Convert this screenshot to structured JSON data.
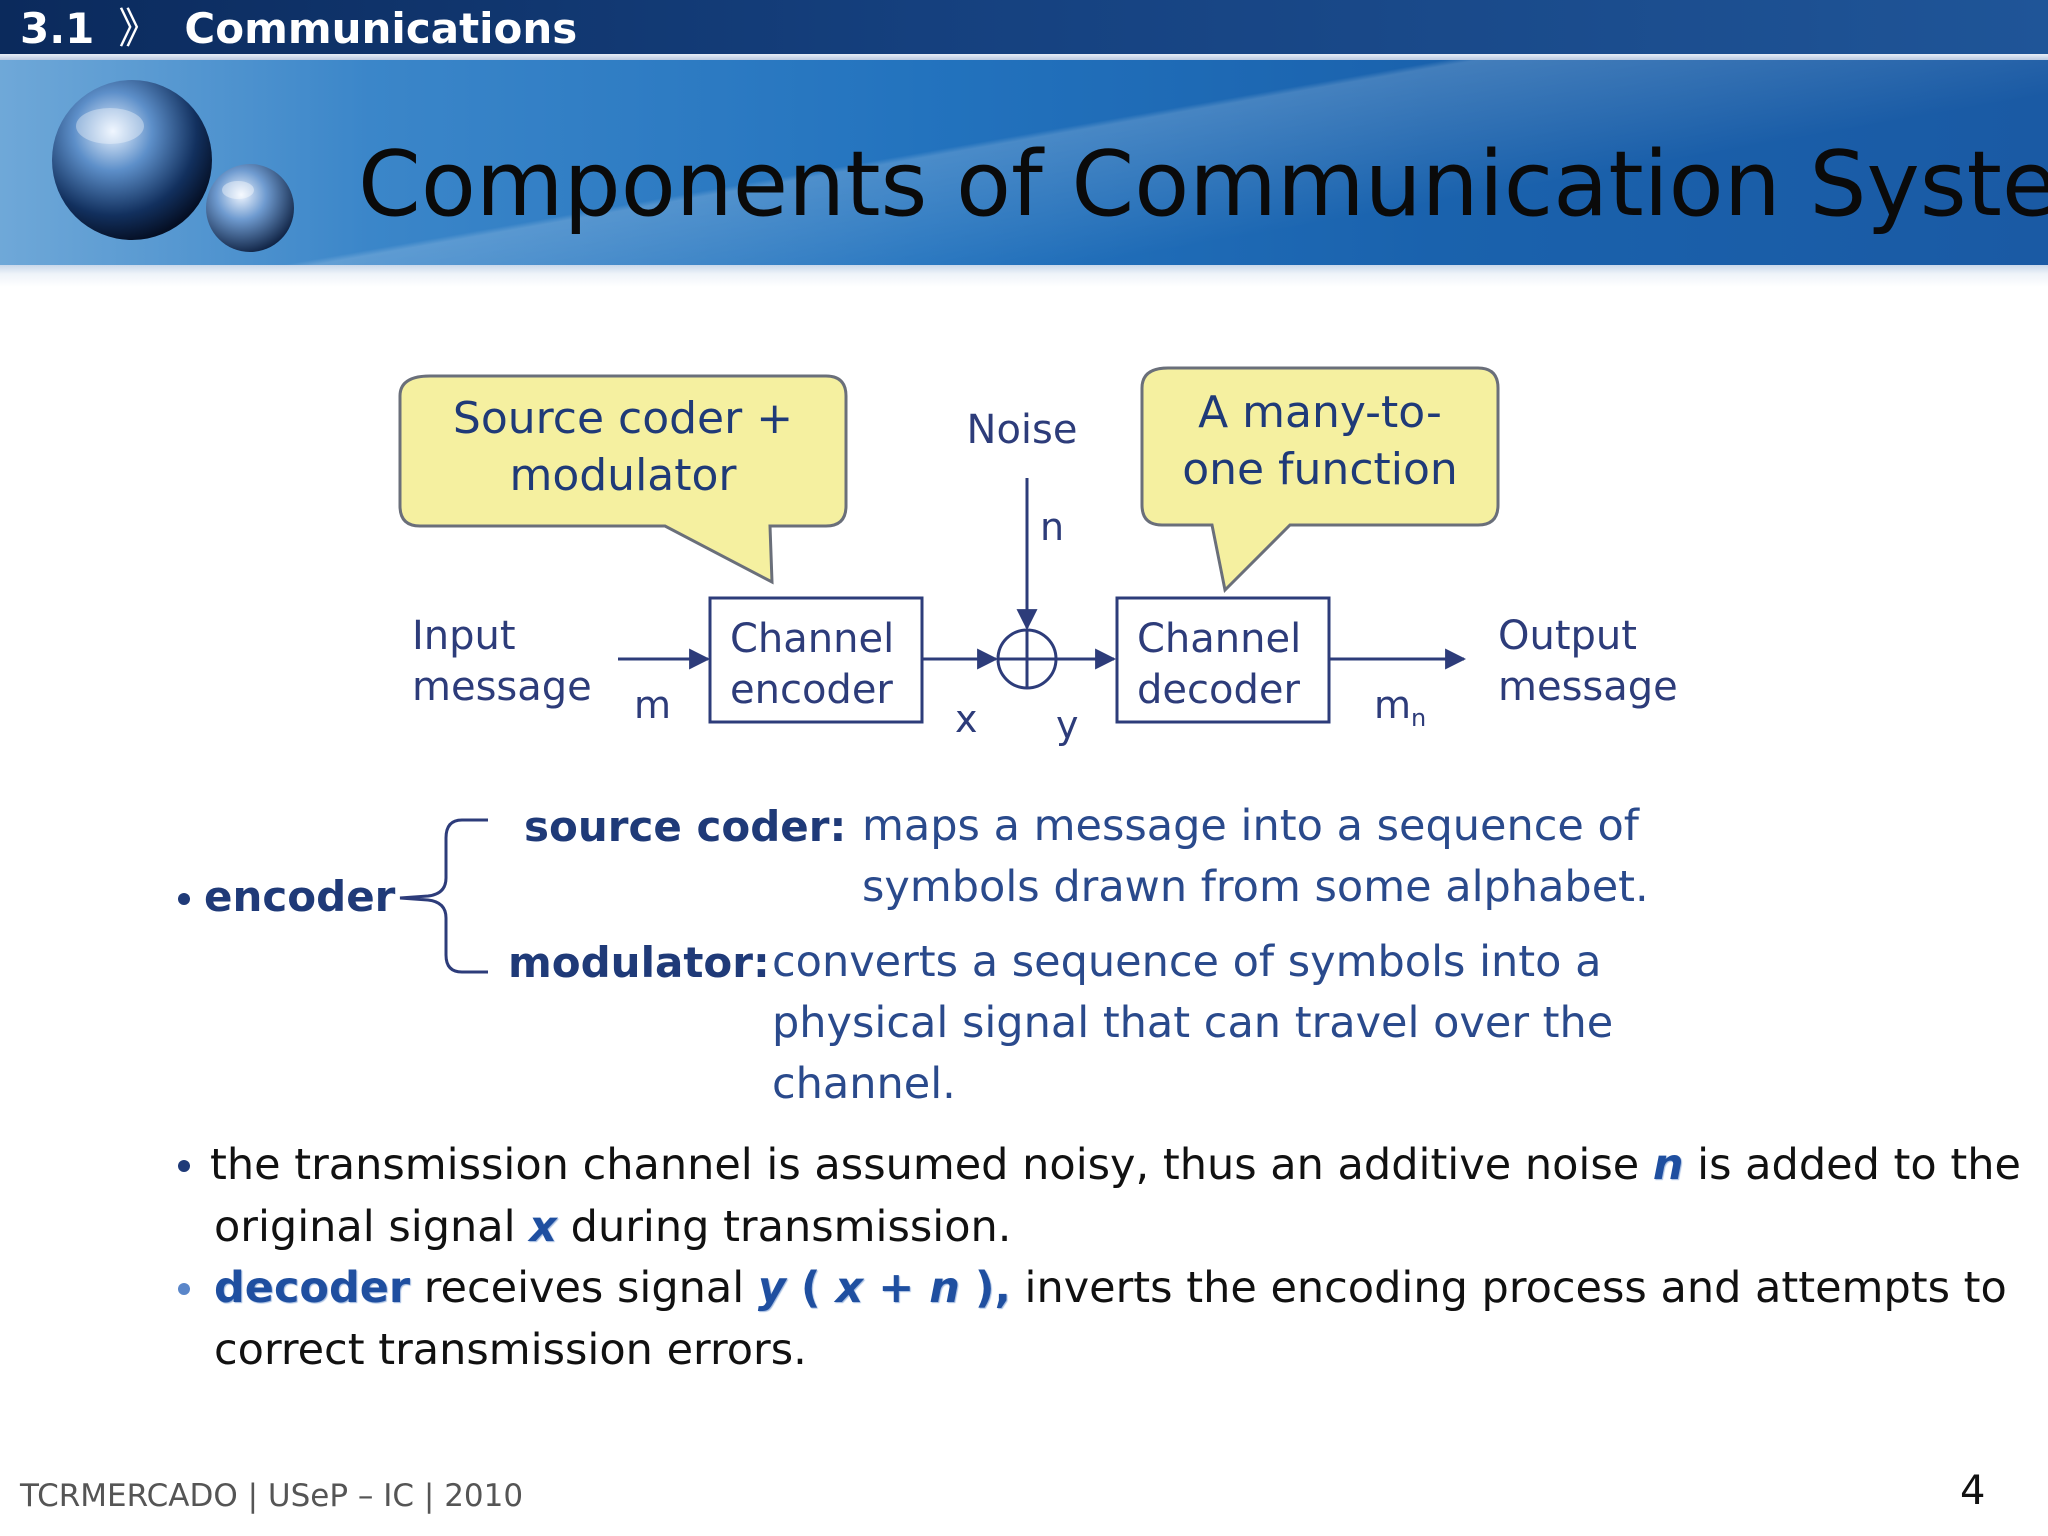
{
  "header": {
    "section_number": "3.1",
    "section_separator": "》",
    "section_title": "Communications",
    "slide_title": "Components of Communication System"
  },
  "diagram": {
    "callout_source_line1": "Source coder +",
    "callout_source_line2": "modulator",
    "callout_decoder_line1": "A many-to-",
    "callout_decoder_line2": "one function",
    "input_line1": "Input",
    "input_line2": "message",
    "label_m": "m",
    "encoder_line1": "Channel",
    "encoder_line2": "encoder",
    "label_x": "x",
    "label_y": "y",
    "noise_label": "Noise",
    "label_n": "n",
    "decoder_line1": "Channel",
    "decoder_line2": "decoder",
    "label_mn_base": "m",
    "label_mn_sub": "n",
    "output_line1": "Output",
    "output_line2": "message"
  },
  "content": {
    "encoder_label": "encoder",
    "source_coder": {
      "term": "source coder:",
      "def_line1": "maps a message into a sequence of",
      "def_line2": "symbols drawn from some alphabet."
    },
    "modulator": {
      "term": "modulator:",
      "def_line1": "converts a sequence of symbols into a",
      "def_line2": "physical signal that can travel over the",
      "def_line3": "channel."
    },
    "bullet_noise": {
      "part1": " the transmission channel is assumed noisy, thus an additive noise ",
      "var_n": "n",
      "part2": " is added to the",
      "line2_part1": "original signal ",
      "var_x": "x",
      "line2_part2": " during transmission."
    },
    "bullet_decoder": {
      "decoder_word": "decoder",
      "part1": " receives signal ",
      "var_y": "y",
      "paren_open": " ( ",
      "var_x": "x",
      "plus": " + ",
      "var_n": "n",
      "paren_close": " ),",
      "part2": " inverts the encoding process and attempts to",
      "line2": "correct transmission errors."
    }
  },
  "footer": {
    "credit": "TCRMERCADO | USeP – IC | 2010",
    "page_number": "4"
  }
}
